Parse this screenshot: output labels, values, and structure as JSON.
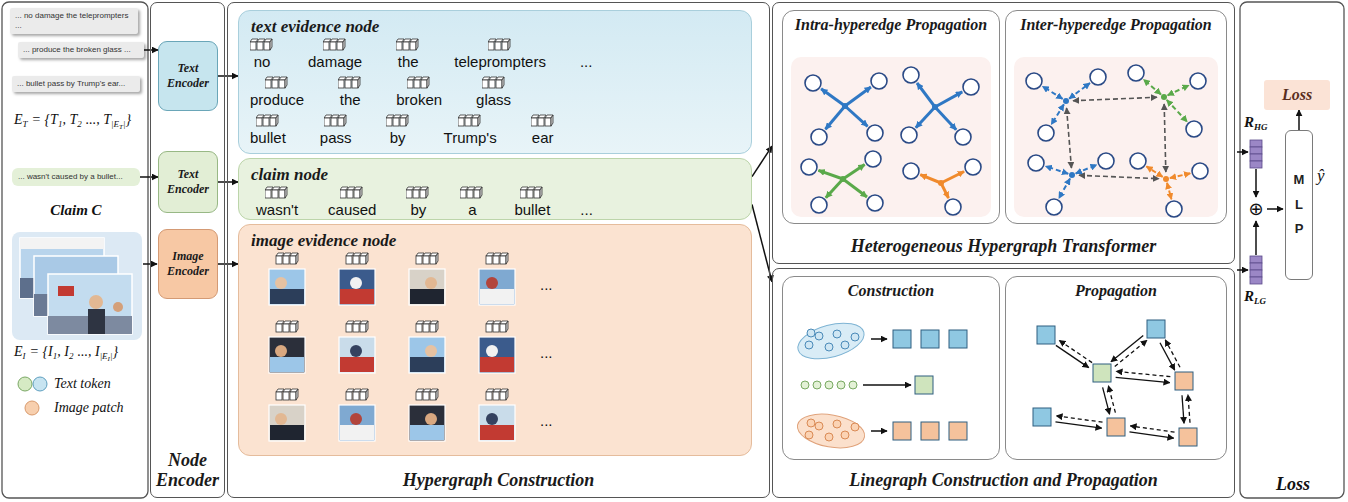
{
  "diagram": {
    "nodes": [
      {
        "text": [
          "... no damage the teleprompters ..."
        ]
      },
      {
        "text": [
          "... produce the broken glass ..."
        ]
      },
      {
        "text": [
          "... bullet pass by Trump's ear..."
        ]
      },
      {
        "text": [
          "... wasn't caused by a bullet..."
        ]
      },
      {
        "text": [
          "Node Encoder"
        ]
      },
      {
        "text": [
          "Text Encoder"
        ],
        "in": 4
      },
      {
        "text": [
          "Text Encoder"
        ],
        "in": 4
      },
      {
        "text": [
          "Image Encoder"
        ],
        "in": 4
      },
      {
        "text": [
          "Hypergraph Construction"
        ]
      },
      {
        "text": [
          "text evidence node"
        ],
        "in": 8
      },
      {
        "text": [
          "claim node"
        ],
        "in": 8
      },
      {
        "text": [
          "image evidence node"
        ],
        "in": 8
      },
      {
        "text": [
          "Heterogeneous Hypergraph Transformer"
        ]
      },
      {
        "text": [
          "Intra-hyperedge Propagation"
        ],
        "in": 12
      },
      {
        "text": [
          "Inter-hyperedge Propagation"
        ],
        "in": 12
      },
      {
        "text": [
          "Linegraph Construction and Propagation"
        ]
      },
      {
        "text": [
          "Construction"
        ],
        "in": 15
      },
      {
        "text": [
          "Propagation"
        ],
        "in": 15
      },
      {
        "text": [
          "Loss"
        ]
      },
      {
        "text": [
          "M L P"
        ]
      }
    ],
    "edges": [
      {
        "from": 1,
        "to": 5,
        "arrow": "to"
      },
      {
        "from": 3,
        "to": 6,
        "arrow": "to"
      },
      {
        "from": 5,
        "to": 9,
        "arrow": "to"
      },
      {
        "from": 6,
        "to": 10,
        "arrow": "to"
      },
      {
        "from": 7,
        "to": 11,
        "arrow": "to"
      },
      {
        "from": 10,
        "to": 12,
        "arrow": "to"
      },
      {
        "from": 10,
        "to": 15,
        "arrow": "to"
      },
      {
        "from": 19,
        "to": 18,
        "arrow": "to"
      }
    ],
    "labels": [
      "E",
      "T",
      "= {T",
      "1",
      ", T",
      "2",
      "..., T",
      "|E",
      "T",
      "|",
      "}",
      "Claim C",
      "E",
      "I",
      "= {I",
      "1",
      ", I",
      "2",
      "..., I",
      "|E",
      "I",
      "|",
      "}",
      "no",
      "damage",
      "the",
      "teleprompters",
      "...",
      "produce",
      "the",
      "broken",
      "glass",
      "bullet",
      "pass",
      "by",
      "Trump's",
      "ear",
      "wasn't",
      "caused",
      "by",
      "a",
      "bullet",
      "...",
      "...",
      "...",
      "...",
      "R",
      "HG",
      "⊕",
      "R",
      "LG",
      "ŷ",
      "Loss"
    ],
    "legend": [
      {
        "text": "Text token"
      },
      {
        "text": "Image patch",
        "color": "#f7cfae"
      }
    ]
  }
}
